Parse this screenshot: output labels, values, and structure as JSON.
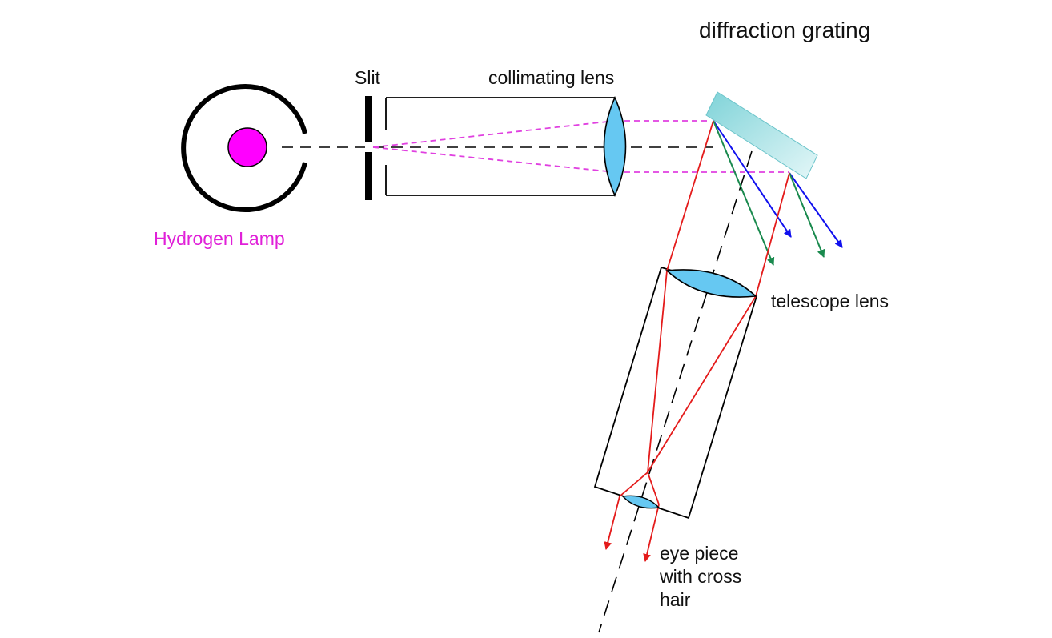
{
  "labels": {
    "diffraction_grating": "diffraction grating",
    "slit": "Slit",
    "collimating_lens": "collimating lens",
    "hydrogen_lamp": "Hydrogen Lamp",
    "telescope_lens": "telescope lens",
    "eye_piece_lines": [
      "eye piece",
      "with cross",
      "hair"
    ]
  },
  "colors": {
    "lamp_source": "#ff00ff",
    "lamp_label": "#e020d8",
    "lens_fill": "#66c8f2",
    "grating_fill": "#9ee0e4",
    "light_path": "#e040e0",
    "red_ray": "#e41b1b",
    "green_ray": "#1a8a4e",
    "blue_ray": "#1010ee",
    "outline": "#000000"
  },
  "icons": {
    "lamp": "circle-lamp-icon",
    "slit": "slit-bars-icon"
  }
}
